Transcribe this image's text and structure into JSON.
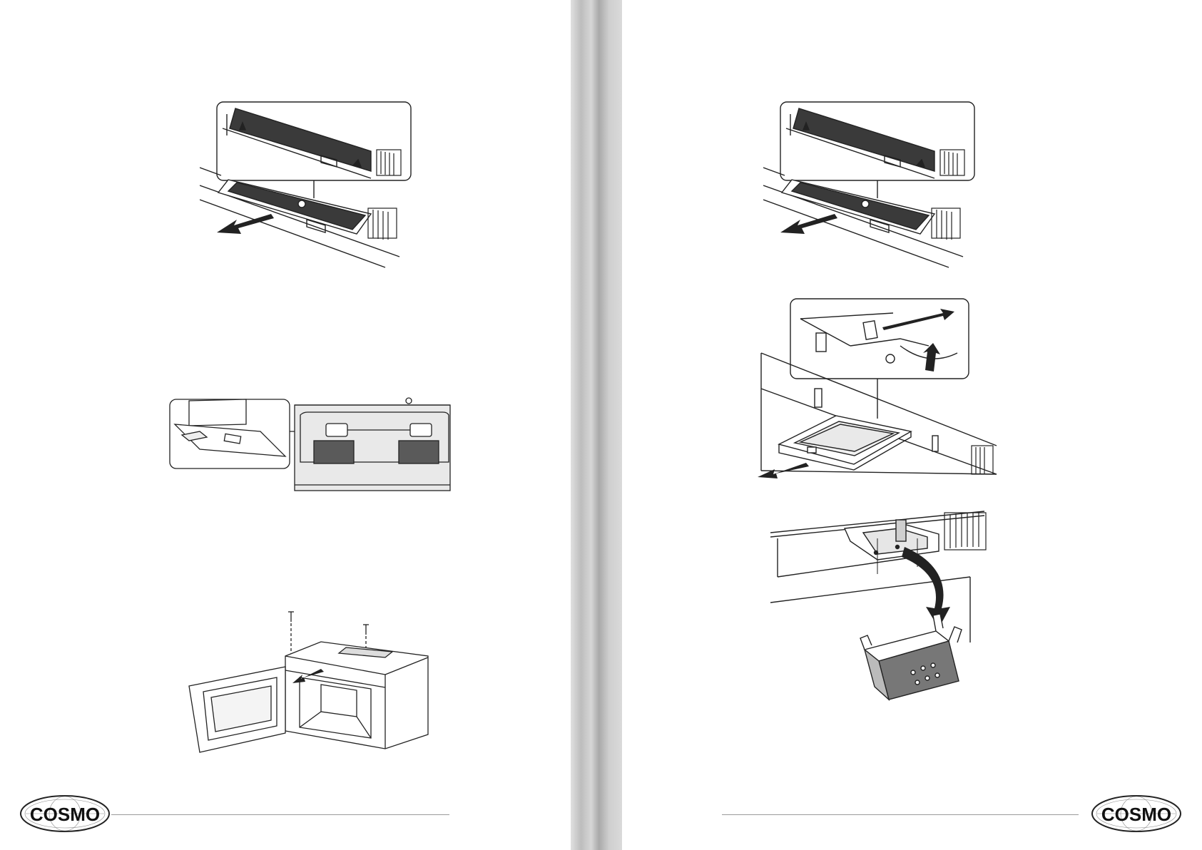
{
  "brand": {
    "logo_text_left": "COSMO",
    "logo_text_right": "COSMO"
  },
  "colors": {
    "line": "#222222",
    "filter_dark": "#3a3a3a",
    "panel_gray": "#e9e9e9",
    "gutter_gray": "#c8c8c8"
  },
  "figures": {
    "left": [
      {
        "name": "grease-filter-removal-figure",
        "icon": "filter-slide-out-illustration"
      },
      {
        "name": "charcoal-filter-panel-figure",
        "icon": "charcoal-filter-illustration"
      },
      {
        "name": "light-cover-screws-figure",
        "icon": "open-microwave-illustration"
      }
    ],
    "right": [
      {
        "name": "grease-filter-removal-figure-right",
        "icon": "filter-slide-out-illustration"
      },
      {
        "name": "bottom-filter-release-figure",
        "icon": "filter-tab-release-illustration"
      },
      {
        "name": "lamp-cover-removal-figure",
        "icon": "lamp-cover-illustration"
      }
    ]
  }
}
